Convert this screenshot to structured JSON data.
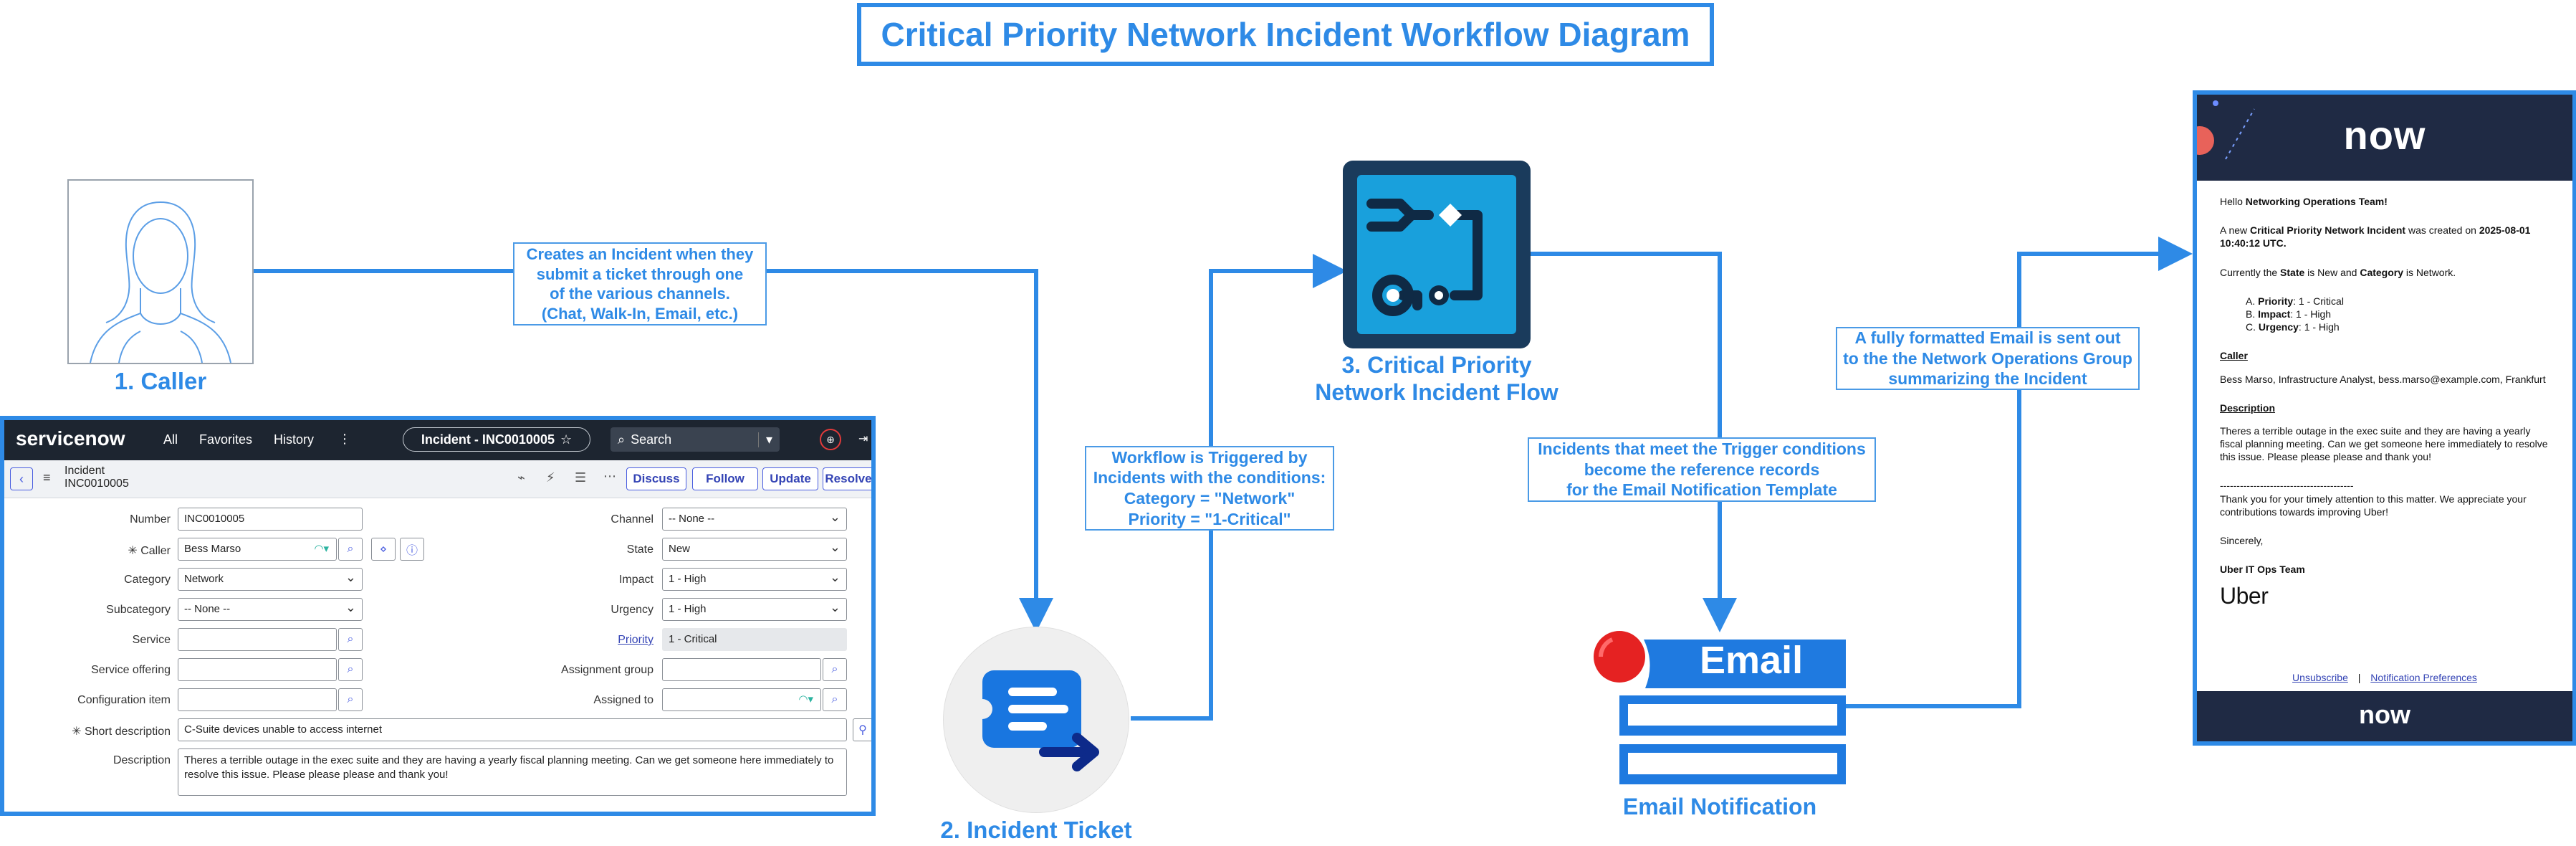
{
  "title": "Critical Priority Network Incident Workflow Diagram",
  "stages": {
    "caller": "1. Caller",
    "ticket": "2. Incident Ticket",
    "flow": "3. Critical Priority\nNetwork Incident Flow",
    "email_notification": "Email Notification"
  },
  "callouts": {
    "creates": "Creates an Incident when they\nsubmit a ticket through one\nof the various channels.\n(Chat, Walk-In, Email, etc.)",
    "triggered": "Workflow is Triggered by\nIncidents with the conditions:\nCategory = \"Network\"\nPriority = \"1-Critical\"",
    "reference": "Incidents that meet the Trigger conditions\nbecome the reference records\nfor the Email Notification Template",
    "sent": "A fully formatted Email is sent out\nto the the Network Operations Group\nsummarizing the Incident"
  },
  "email_icon_label": "Email",
  "servicenow": {
    "logo": "servicenow",
    "nav": [
      "All",
      "Favorites",
      "History",
      "⋮"
    ],
    "record_tab": "Incident - INC0010005",
    "search_placeholder": "Search",
    "record_type": "Incident",
    "record_number": "INC0010005",
    "buttons": [
      "Discuss",
      "Follow",
      "Update",
      "Resolve"
    ],
    "left_fields": [
      {
        "label": "Number",
        "value": "INC0010005"
      },
      {
        "label": "Caller",
        "value": "Bess Marso"
      },
      {
        "label": "Category",
        "value": "Network"
      },
      {
        "label": "Subcategory",
        "value": "-- None --"
      },
      {
        "label": "Service",
        "value": ""
      },
      {
        "label": "Service offering",
        "value": ""
      },
      {
        "label": "Configuration item",
        "value": ""
      }
    ],
    "right_fields": [
      {
        "label": "Channel",
        "value": "-- None --"
      },
      {
        "label": "State",
        "value": "New"
      },
      {
        "label": "Impact",
        "value": "1 - High"
      },
      {
        "label": "Urgency",
        "value": "1 - High"
      },
      {
        "label": "Priority",
        "value": "1 - Critical"
      },
      {
        "label": "Assignment group",
        "value": ""
      },
      {
        "label": "Assigned to",
        "value": ""
      }
    ],
    "short_description_label": "Short description",
    "short_description": "C-Suite devices unable to access internet",
    "description_label": "Description",
    "description": "Theres a terrible outage in the exec suite and they are having a yearly fiscal planning meeting. Can we get someone here immediately to resolve this issue. Please please please and thank you!"
  },
  "email": {
    "logo": "now",
    "greeting_pre": "Hello ",
    "greeting_bold": "Networking Operations Team!",
    "created_pre": "A new ",
    "created_bold": "Critical Priority Network Incident",
    "created_mid": " was created on ",
    "created_date": "2025-08-01 10:40:12 UTC.",
    "status_pre": "Currently the ",
    "status_state_label": "State",
    "status_mid": " is New and ",
    "status_category_label": "Category",
    "status_post": " is Network.",
    "list": [
      {
        "prefix": "A. ",
        "label": "Priority",
        "value": ": 1 - Critical"
      },
      {
        "prefix": "B. ",
        "label": "Impact",
        "value": ": 1 - High"
      },
      {
        "prefix": "C. ",
        "label": "Urgency",
        "value": ": 1 - High"
      }
    ],
    "caller_heading": "Caller",
    "caller_text": "Bess Marso, Infrastructure Analyst, bess.marso@example.com, Frankfurt",
    "description_heading": "Description",
    "description_text": "Theres a terrible outage in the exec suite and they are having a yearly fiscal planning meeting. Can we get someone here immediately to resolve this issue. Please please please and thank you!",
    "divider": "----------------------------------------",
    "thanks": "Thank you for your timely attention to this matter. We appreciate your contributions towards improving Uber!",
    "sincerely": "Sincerely,",
    "team": "Uber IT Ops Team",
    "brand": "Uber",
    "unsubscribe": "Unsubscribe",
    "separator": "|",
    "preferences": "Notification Preferences",
    "footer_logo": "now"
  },
  "colors": {
    "accent": "#2e8ae6",
    "flow_icon_bg": "#1a3b5c",
    "flow_icon_inner": "#19a0dc",
    "email_red": "#e52222"
  }
}
